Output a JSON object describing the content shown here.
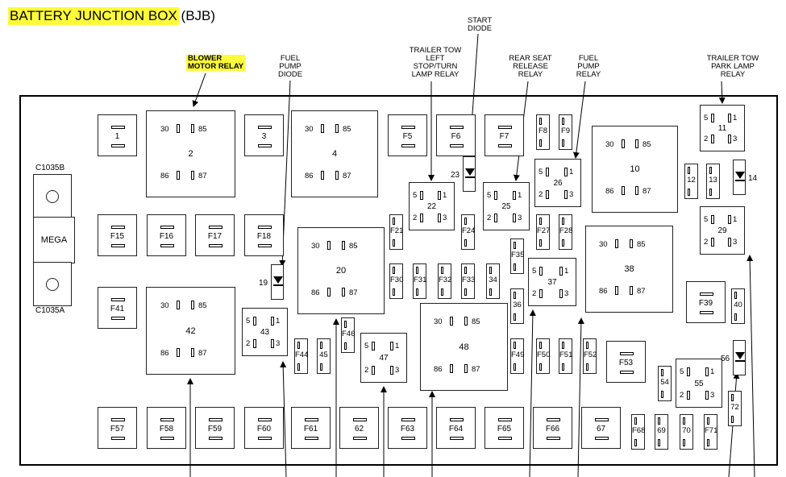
{
  "title": {
    "main": "BATTERY JUNCTION BOX",
    "suffix": " (BJB)"
  },
  "callouts": {
    "blower": "BLOWER\nMOTOR RELAY",
    "fuel_diode": "FUEL\nPUMP\nDIODE",
    "trailer_left": "TRAILER TOW\nLEFT\nSTOP/TURN\nLAMP RELAY",
    "start_diode": "START\nDIODE",
    "rear_seat": "REAR SEAT\nRELEASE\nRELAY",
    "fuel_relay": "FUEL\nPUMP\nRELAY",
    "trailer_park": "TRAILER TOW\nPARK LAMP\nRELAY"
  },
  "connectors": {
    "top": "C1035B",
    "mega": "MEGA",
    "bottom": "C1035A"
  },
  "big_relays": [
    {
      "id": "2",
      "p30": "30",
      "p85": "85",
      "p86": "86",
      "p87": "87"
    },
    {
      "id": "4",
      "p30": "30",
      "p85": "85",
      "p86": "86",
      "p87": "87"
    },
    {
      "id": "10",
      "p30": "30",
      "p85": "85",
      "p86": "86",
      "p87": "87"
    },
    {
      "id": "20",
      "p30": "30",
      "p85": "85",
      "p86": "86",
      "p87": "87"
    },
    {
      "id": "38",
      "p30": "30",
      "p85": "85",
      "p86": "86",
      "p87": "87"
    },
    {
      "id": "42",
      "p30": "30",
      "p85": "85",
      "p86": "86",
      "p87": "87"
    },
    {
      "id": "48",
      "p30": "30",
      "p85": "85",
      "p86": "86",
      "p87": "87"
    }
  ],
  "small_relays": [
    {
      "id": "11",
      "p5": "5",
      "p1": "1",
      "p2": "2",
      "p3": "3"
    },
    {
      "id": "22",
      "p5": "5",
      "p1": "1",
      "p2": "2",
      "p3": "3"
    },
    {
      "id": "25",
      "p5": "5",
      "p1": "1",
      "p2": "2",
      "p3": "3"
    },
    {
      "id": "26",
      "p5": "5",
      "p1": "1",
      "p2": "2",
      "p3": "3"
    },
    {
      "id": "29",
      "p5": "5",
      "p1": "1",
      "p2": "2",
      "p3": "3"
    },
    {
      "id": "37",
      "p5": "5",
      "p1": "1",
      "p2": "2",
      "p3": "3"
    },
    {
      "id": "43",
      "p5": "5",
      "p1": "1",
      "p2": "2",
      "p3": "3"
    },
    {
      "id": "47",
      "p5": "5",
      "p1": "1",
      "p2": "2",
      "p3": "3"
    },
    {
      "id": "55",
      "p5": "5",
      "p1": "1",
      "p2": "2",
      "p3": "3"
    }
  ],
  "cartridge_fuses": [
    "1",
    "3",
    "F5",
    "F6",
    "F7",
    "F15",
    "F16",
    "F17",
    "F18",
    "F39",
    "F41",
    "F53",
    "F57",
    "F58",
    "F59",
    "F60",
    "F61",
    "62",
    "F63",
    "F64",
    "F65",
    "F66",
    "67"
  ],
  "mini_fuses": [
    "F8",
    "F9",
    "12",
    "13",
    "F21",
    "F24",
    "F27",
    "F28",
    "F30",
    "F31",
    "F32",
    "F33",
    "34",
    "F35",
    "36",
    "40",
    "F44",
    "45",
    "F46",
    "F49",
    "F50",
    "F51",
    "F52",
    "54",
    "F68",
    "69",
    "70",
    "F71",
    "72"
  ],
  "diodes": [
    "23",
    "14",
    "19",
    "56"
  ]
}
